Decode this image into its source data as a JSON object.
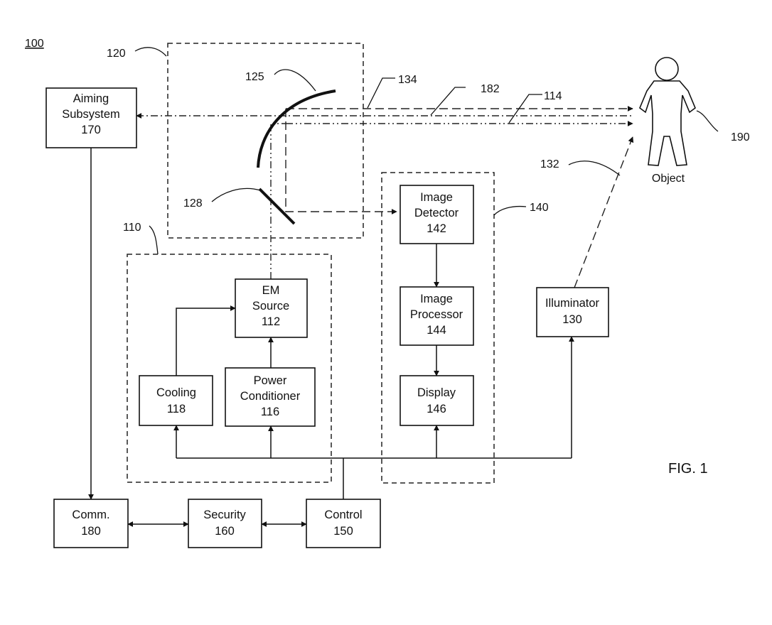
{
  "figure": {
    "system_ref": "100",
    "caption": "FIG. 1",
    "object_label": "Object"
  },
  "refs": {
    "r110": "110",
    "r114": "114",
    "r120": "120",
    "r125": "125",
    "r128": "128",
    "r132": "132",
    "r134": "134",
    "r140": "140",
    "r182": "182",
    "r190": "190"
  },
  "blocks": {
    "aiming": {
      "line1": "Aiming",
      "line2": "Subsystem",
      "num": "170"
    },
    "em_source": {
      "line1": "EM",
      "line2": "Source",
      "num": "112"
    },
    "cooling": {
      "line1": "Cooling",
      "num": "118"
    },
    "power": {
      "line1": "Power",
      "line2": "Conditioner",
      "num": "116"
    },
    "detector": {
      "line1": "Image",
      "line2": "Detector",
      "num": "142"
    },
    "processor": {
      "line1": "Image",
      "line2": "Processor",
      "num": "144"
    },
    "display": {
      "line1": "Display",
      "num": "146"
    },
    "illuminator": {
      "line1": "Illuminator",
      "num": "130"
    },
    "comm": {
      "line1": "Comm.",
      "num": "180"
    },
    "security": {
      "line1": "Security",
      "num": "160"
    },
    "control": {
      "line1": "Control",
      "num": "150"
    }
  }
}
